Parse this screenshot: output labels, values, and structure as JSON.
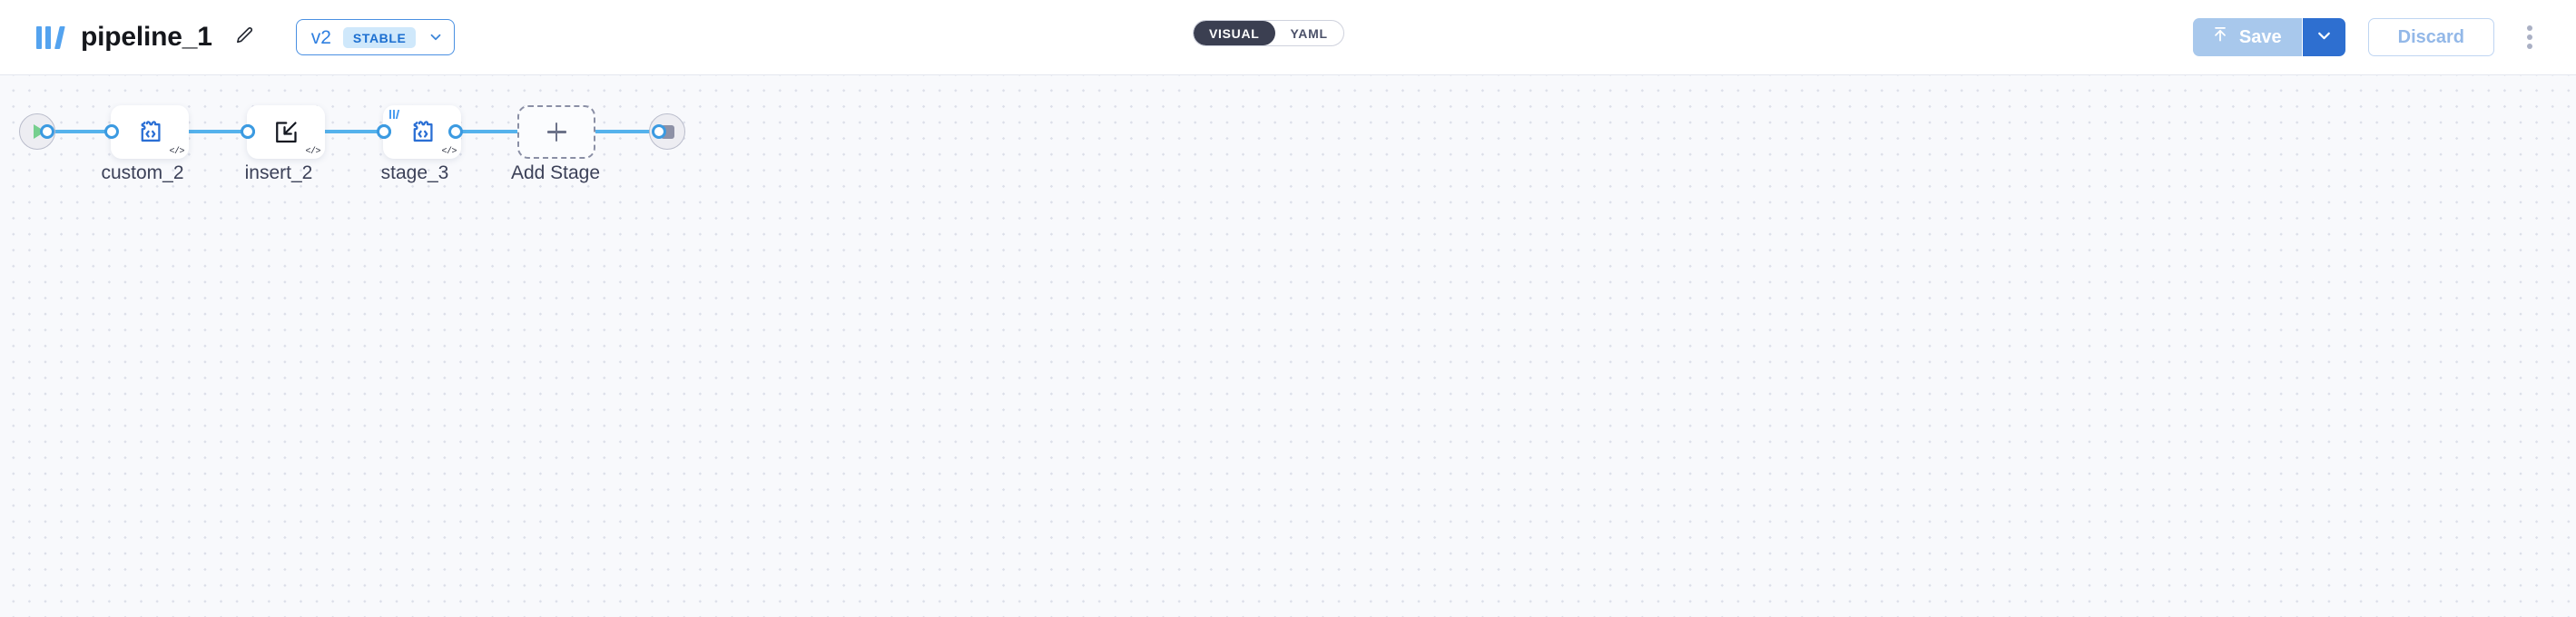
{
  "header": {
    "logo_icon": "pipeline-bars-logo",
    "title": "pipeline_1",
    "edit_icon": "pencil-icon",
    "version": {
      "label": "v2",
      "badge": "STABLE",
      "chevron_icon": "chevron-down-icon"
    },
    "view_toggle": {
      "options": [
        {
          "label": "VISUAL",
          "active": true
        },
        {
          "label": "YAML",
          "active": false
        }
      ]
    },
    "actions": {
      "save_label": "Save",
      "save_icon": "upload-arrow-icon",
      "save_caret_icon": "chevron-down-icon",
      "discard_label": "Discard",
      "kebab_icon": "more-vertical-icon"
    }
  },
  "canvas": {
    "start_node": {
      "name": "start",
      "icon": "play-icon"
    },
    "end_node": {
      "name": "end",
      "icon": "stop-icon"
    },
    "nodes": [
      {
        "id": "custom_2",
        "label": "custom_2",
        "icon": "puzzle-code-icon",
        "badge": "</>",
        "has_logo_badge": false
      },
      {
        "id": "insert_2",
        "label": "insert_2",
        "icon": "insert-arrow-icon",
        "badge": "</>",
        "has_logo_badge": false
      },
      {
        "id": "stage_3",
        "label": "stage_3",
        "icon": "puzzle-code-icon",
        "badge": "</>",
        "has_logo_badge": true
      }
    ],
    "add_stage": {
      "label": "Add Stage",
      "icon": "plus-icon"
    }
  },
  "colors": {
    "accent_blue": "#3b9ae1",
    "brand_blue": "#54a3ef",
    "save_blue": "#2e6fd0",
    "toggle_dark": "#3b3f51",
    "canvas_bg": "#f8f9fc",
    "play_green": "#76cf8e",
    "stop_gray": "#8d91a6"
  }
}
